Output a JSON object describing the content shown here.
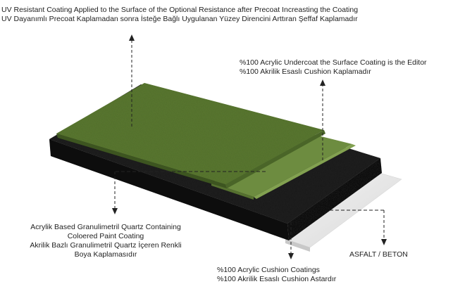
{
  "labels": {
    "uv_coating": {
      "line1": "UV Resistant Coating Applied to the Surface of the Optional Resistance after Precoat Increasting the Coating",
      "line2": "UV Dayanımlı Precoat Kaplamadan sonra İsteğe Bağlı Uygulanan Yüzey Direncini Arttıran Şeffaf Kaplamadır"
    },
    "acrylic_undercoat": {
      "line1": "%100 Acrylic Undercoat the Surface Coating is the Editor",
      "line2": "%100 Akrilik Esaslı Cushion Kaplamadır"
    },
    "granulimetril": {
      "line1": "Acrylik Based Granulimetril Quartz Containing",
      "line2": "Coloered Paint Coating",
      "line3": "Akrilik Bazlı Granulimetril Quartz İçeren Renkli",
      "line4": "Boya Kaplamasıdır"
    },
    "asphalt": {
      "line1": "ASFALT / BETON"
    },
    "cushion": {
      "line1": "%100 Acrylic Cushion Coatings",
      "line2": "%100 Akrilik Esaslı Cushion Astardır"
    }
  },
  "colors": {
    "turf_green": "#5c7a32",
    "turf_dark": "#3d5520",
    "undercoat_green": "#6d8c40",
    "rubber_black": "#1a1a1a",
    "asphalt_light": "#e8e8e8",
    "text": "#222222",
    "arrow": "#222222"
  }
}
